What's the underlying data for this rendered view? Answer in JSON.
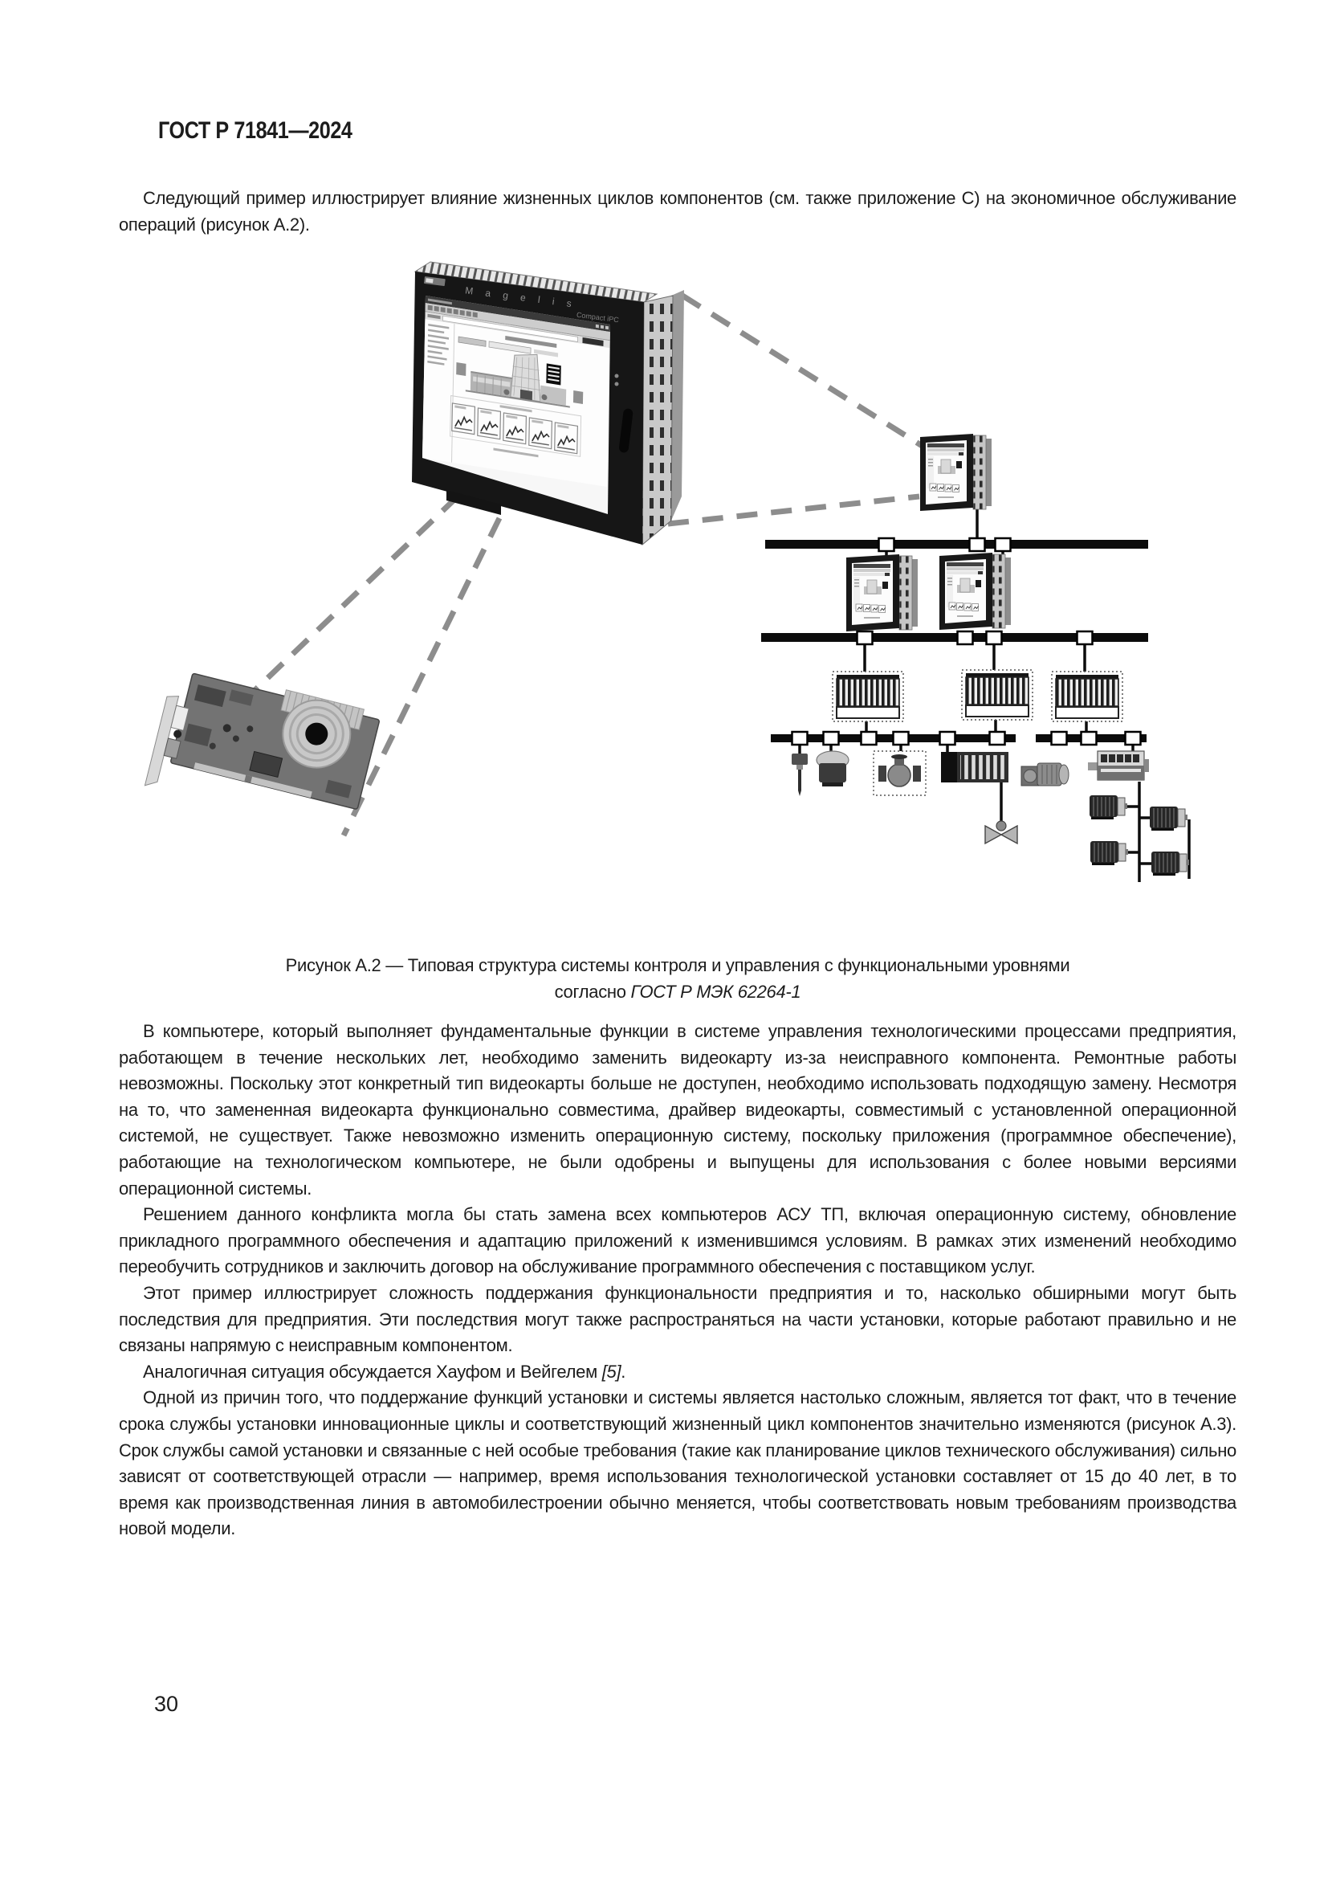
{
  "page": {
    "header": "ГОСТ Р 71841—2024",
    "number": "30"
  },
  "intro": "Следующий пример иллюстрирует влияние жизненных циклов компонентов (см. также приложение С) на экономичное обслуживание операций (рисунок А.2).",
  "figure": {
    "caption_line1": "Рисунок А.2 — Типовая структура системы контроля и управления с функциональными уровнями",
    "caption_prefix": "согласно ",
    "caption_ref": "ГОСТ Р МЭК 62264-1",
    "monitor_brand": "M a g e l i s",
    "monitor_model": "Compact iPC"
  },
  "body": {
    "p1": "В компьютере, который выполняет фундаментальные функции в системе управления технологическими процессами предприятия, работающем в течение нескольких лет, необходимо заменить видеокарту из-за неисправного компонента. Ремонтные работы невозможны. Поскольку этот конкретный тип видеокарты больше не доступен, необходимо использовать подходящую замену. Несмотря на то, что замененная видеокарта функционально совместима, драйвер видеокарты, совместимый с установленной операционной системой, не существует. Также невозможно изменить операционную систему, поскольку приложения (программное обеспечение), работающие на технологическом компьютере, не были одобрены и выпущены для использования с более новыми версиями операционной системы.",
    "p2": "Решением данного конфликта могла бы стать замена всех компьютеров АСУ ТП, включая операционную систему, обновление прикладного программного обеспечения и адаптацию приложений к изменившимся условиям. В рамках этих изменений необходимо переобучить сотрудников и заключить договор на обслуживание программного обеспечения с поставщиком услуг.",
    "p3": "Этот пример иллюстрирует сложность поддержания функциональности предприятия и то, насколько обширными могут быть последствия для предприятия. Эти последствия могут также распространяться на части установки, которые работают правильно и не связаны напрямую с неисправным компонентом.",
    "p4_text": "Аналогичная ситуация обсуждается Хауфом и Вейгелем ",
    "p4_ref": "[5]",
    "p4_end": ".",
    "p5": "Одной из причин того, что поддержание функций установки и системы является настолько сложным, является тот факт, что в течение срока службы установки инновационные циклы и соответствующий жизненный цикл компонентов значительно изменяются (рисунок А.3). Срок службы самой установки и связанные с ней особые требования (такие как планирование циклов технического обслуживания) сильно зависят от соответствующей отрасли — например, время использования технологической установки составляет от 15 до 40 лет, в то время как производственная линия в автомобилестроении обычно меняется, чтобы соответствовать новым требованиям производства новой модели."
  },
  "colors": {
    "paper": "#ffffff",
    "ink": "#1c1c1c",
    "dash": "#8d8d8d",
    "bus": "#0c0c0c"
  }
}
